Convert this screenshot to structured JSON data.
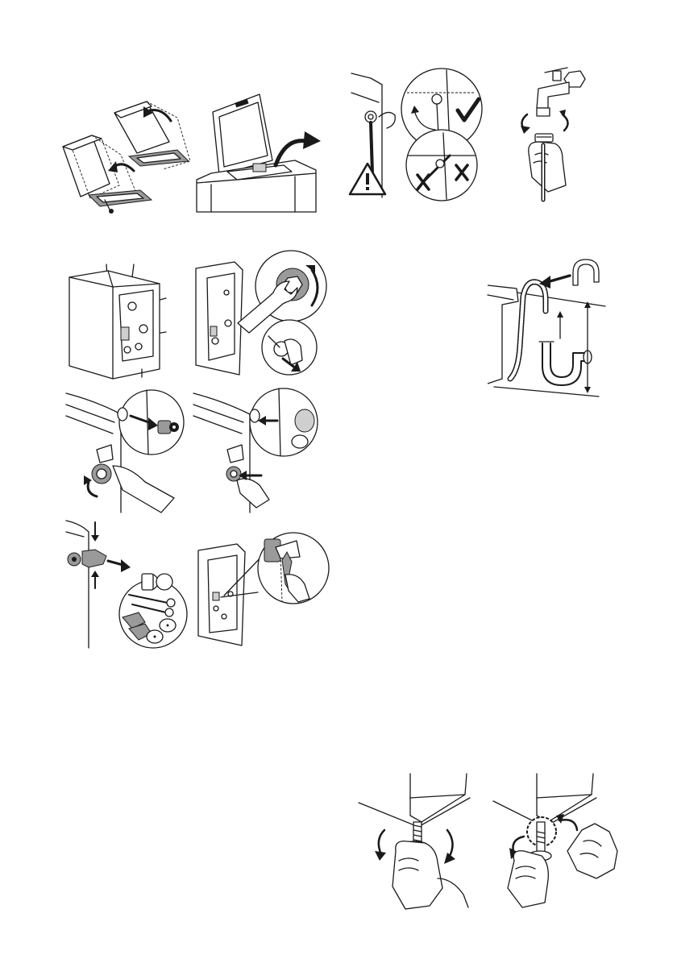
{
  "page": {
    "background": "#ffffff",
    "ink": "#1a1a1a"
  },
  "illustrations": [
    {
      "id": "tilt-machine-remove-base",
      "icon": "machine-tilt-icon"
    },
    {
      "id": "open-lid-remove-packaging",
      "icon": "lid-open-icon"
    },
    {
      "id": "inlet-hose-connection",
      "icon": "hose-connection-icon",
      "marks": [
        "warning-icon",
        "check-icon",
        "cross-icon"
      ]
    },
    {
      "id": "screw-hose-onto-tap",
      "icon": "tap-icon"
    },
    {
      "id": "rear-transit-bolts",
      "icon": "machine-rear-icon"
    },
    {
      "id": "unscrew-bolts-wrench",
      "icon": "wrench-icon"
    },
    {
      "id": "remove-spacer",
      "icon": "spacer-icon"
    },
    {
      "id": "insert-plastic-caps",
      "icon": "cap-icon"
    },
    {
      "id": "remove-bolt-parts",
      "icon": "bolt-parts-icon"
    },
    {
      "id": "store-tool",
      "icon": "tool-icon"
    },
    {
      "id": "drain-hose-height",
      "icon": "drain-hose-icon"
    },
    {
      "id": "adjust-foot-height",
      "icon": "foot-adjust-icon"
    },
    {
      "id": "lock-foot-nut",
      "icon": "foot-lock-icon"
    }
  ]
}
